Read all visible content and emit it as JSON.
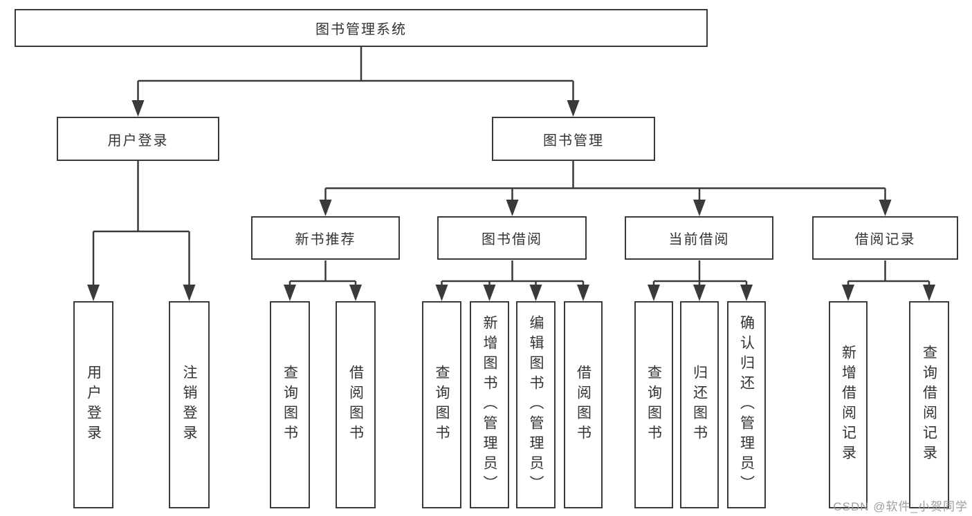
{
  "diagram_title": "图书管理系统",
  "labels": {
    "root": "图书管理系统",
    "user_login_branch": "用户登录",
    "book_management": "图书管理",
    "new_book_recommend": "新书推荐",
    "book_borrowing": "图书借阅",
    "current_borrowing": "当前借阅",
    "borrowing_records": "借阅记录",
    "user_login_leaf": "用户登录",
    "logout": "注销登录",
    "query_books": "查询图书",
    "borrow_books": "借阅图书",
    "add_books_admin": "新增图书（管理员）",
    "edit_books_admin": "编辑图书（管理员）",
    "return_books": "归还图书",
    "confirm_return_admin": "确认归还（管理员）",
    "add_borrow_record": "新增借阅记录",
    "query_borrow_record": "查询借阅记录"
  },
  "tree": {
    "图书管理系统": {
      "用户登录": [
        "用户登录",
        "注销登录"
      ],
      "图书管理": {
        "新书推荐": [
          "查询图书",
          "借阅图书"
        ],
        "图书借阅": [
          "查询图书",
          "新增图书（管理员）",
          "编辑图书（管理员）",
          "借阅图书"
        ],
        "当前借阅": [
          "查询图书",
          "归还图书",
          "确认归还（管理员）"
        ],
        "借阅记录": [
          "新增借阅记录",
          "查询借阅记录"
        ]
      }
    }
  },
  "colors": {
    "line": "#3a3a3a",
    "text": "#333333",
    "box_background": "#ffffff",
    "watermark": "#999999"
  },
  "watermark": "CSDN @软件_小贺同学"
}
